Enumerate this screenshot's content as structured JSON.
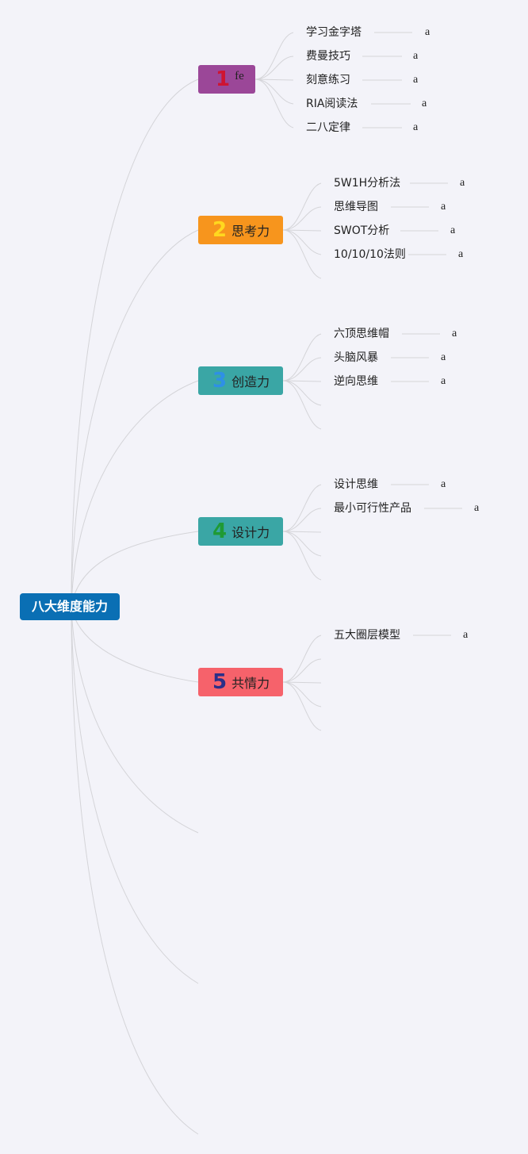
{
  "root": {
    "label": "八大维度能力"
  },
  "branches": [
    {
      "number": "1",
      "label": "fe",
      "leaves": [
        {
          "label": "学习金字塔",
          "note": "a"
        },
        {
          "label": "费曼技巧",
          "note": "a"
        },
        {
          "label": "刻意练习",
          "note": "a"
        },
        {
          "label": "RIA阅读法",
          "note": "a"
        },
        {
          "label": "二八定律",
          "note": "a"
        }
      ]
    },
    {
      "number": "2",
      "label": "思考力",
      "leaves": [
        {
          "label": "5W1H分析法",
          "note": "a"
        },
        {
          "label": "思维导图",
          "note": "a"
        },
        {
          "label": "SWOT分析",
          "note": "a"
        },
        {
          "label": "10/10/10法则",
          "note": "a"
        }
      ]
    },
    {
      "number": "3",
      "label": "创造力",
      "leaves": [
        {
          "label": "六顶思维帽",
          "note": "a"
        },
        {
          "label": "头脑风暴",
          "note": "a"
        },
        {
          "label": "逆向思维",
          "note": "a"
        }
      ]
    },
    {
      "number": "4",
      "label": "设计力",
      "leaves": [
        {
          "label": "设计思维",
          "note": "a"
        },
        {
          "label": "最小可行性产品",
          "note": "a"
        }
      ]
    },
    {
      "number": "5",
      "label": "共情力",
      "leaves": [
        {
          "label": "五大圈层模型",
          "note": "a"
        }
      ]
    }
  ],
  "colors": {
    "background": "#f3f3f9",
    "root": "#0a6fb4",
    "connector": "#d4d4d8"
  }
}
